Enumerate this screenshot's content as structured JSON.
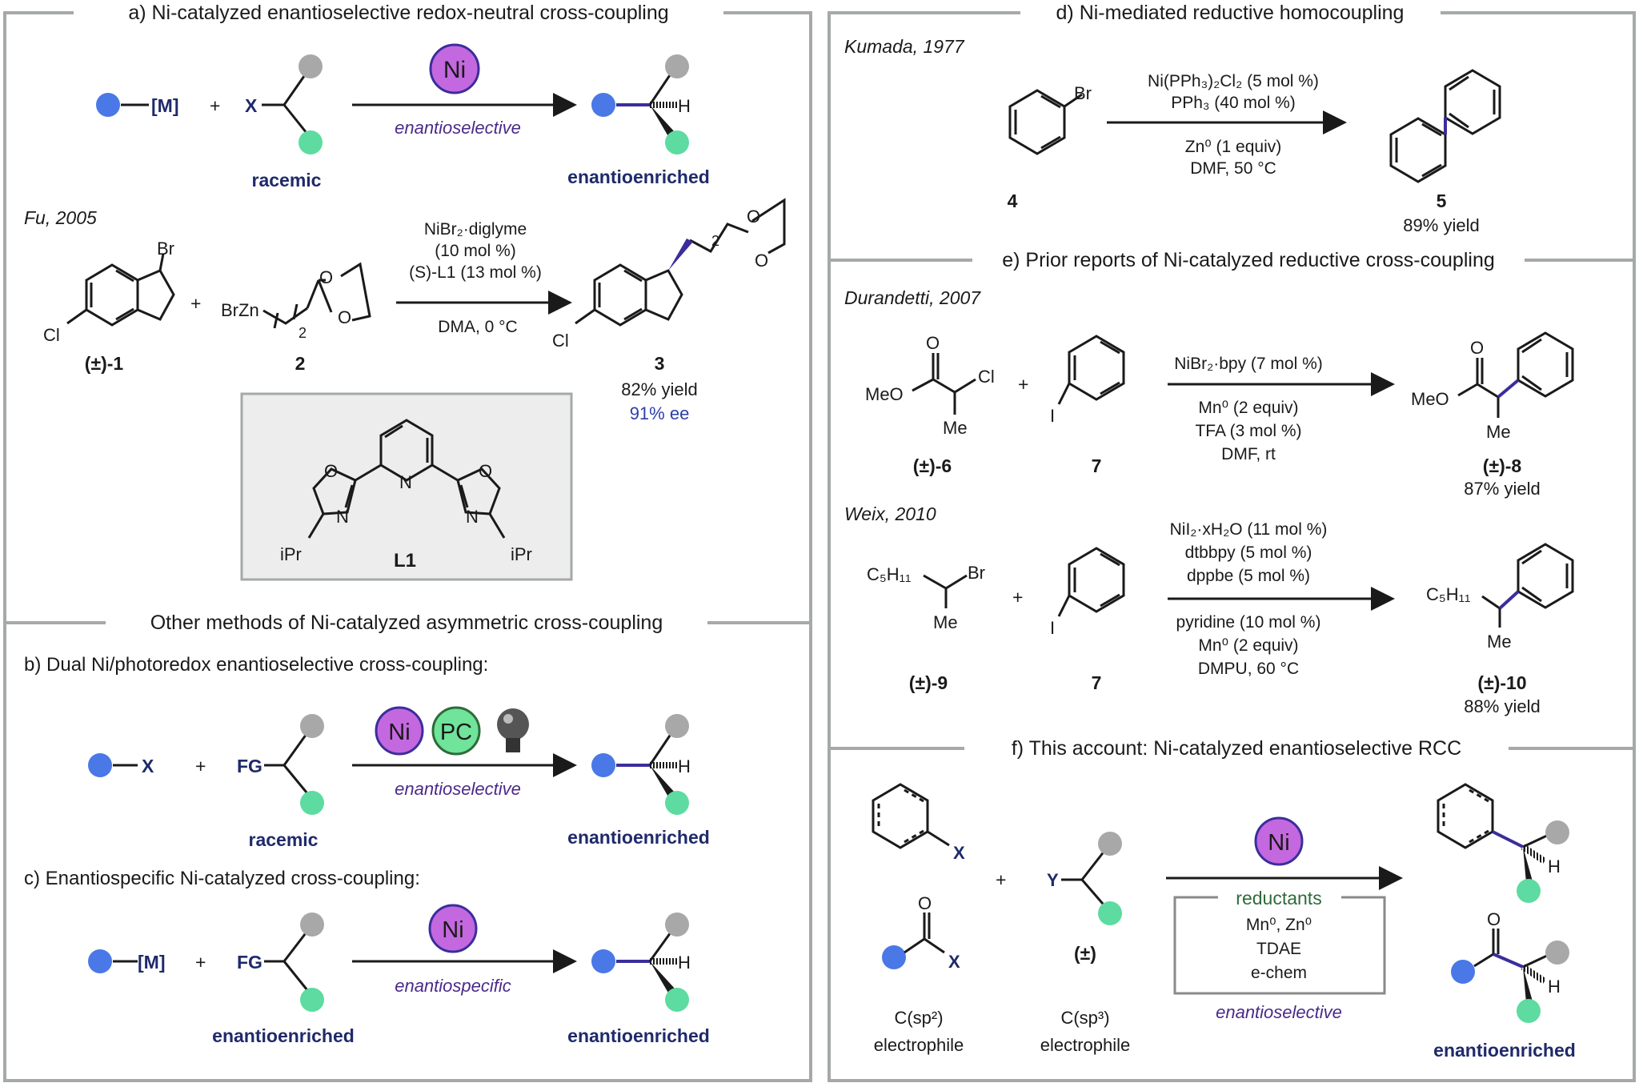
{
  "panels": {
    "a": {
      "title": "a) Ni-catalyzed enantioselective redox-neutral cross-coupling",
      "metal_label": "[M]",
      "leaving_group": "X",
      "plus": "+",
      "catalyst": "Ni",
      "arrow_label": "enantioselective",
      "substrate_label": "racemic",
      "product_label": "enantioenriched",
      "stereo_h": "H",
      "example": {
        "citation": "Fu, 2005",
        "br": "Br",
        "cl": "Cl",
        "reagent": "BrZn",
        "chain_index": "2",
        "o": "O",
        "conditions": [
          "NiBr₂·diglyme",
          "(10 mol %)",
          "(S)-L1 (13 mol %)",
          "DMA, 0 °C"
        ],
        "compound1": "(±)-1",
        "compound2": "2",
        "compound3": "3",
        "yield": "82% yield",
        "ee": "91% ee",
        "ligand_label": "L1",
        "ligand_n": "N",
        "ligand_ipr": "iPr"
      }
    },
    "other_title": "Other methods of Ni-catalyzed asymmetric cross-coupling",
    "b": {
      "title": "b) Dual Ni/photoredox enantioselective cross-coupling:",
      "reagent": "X",
      "fg": "FG",
      "catalyst1": "Ni",
      "catalyst2": "PC",
      "arrow_label": "enantioselective",
      "substrate_label": "racemic",
      "product_label": "enantioenriched"
    },
    "c": {
      "title": "c) Enantiospecific Ni-catalyzed cross-coupling:",
      "reagent": "[M]",
      "fg": "FG",
      "catalyst": "Ni",
      "arrow_label": "enantiospecific",
      "substrate_label": "enantioenriched",
      "product_label": "enantioenriched"
    },
    "d": {
      "title": "d) Ni-mediated reductive homocoupling",
      "citation": "Kumada, 1977",
      "br": "Br",
      "conditions_top": [
        "Ni(PPh₃)₂Cl₂ (5 mol %)",
        "PPh₃ (40 mol %)"
      ],
      "conditions_bottom": [
        "Zn⁰ (1 equiv)",
        "DMF, 50 °C"
      ],
      "compound_sm": "4",
      "compound_prod": "5",
      "yield": "89% yield"
    },
    "e": {
      "title": "e) Prior reports of Ni-catalyzed reductive cross-coupling",
      "ex1": {
        "citation": "Durandetti, 2007",
        "conditions_top": [
          "NiBr₂·bpy (7 mol %)"
        ],
        "conditions_bottom": [
          "Mn⁰ (2 equiv)",
          "TFA (3 mol %)",
          "DMF, rt"
        ],
        "sm1": "(±)-6",
        "sm2": "7",
        "product": "(±)-8",
        "yield": "87% yield",
        "meo": "MeO",
        "me": "Me",
        "cl": "Cl",
        "o": "O",
        "i": "I"
      },
      "ex2": {
        "citation": "Weix, 2010",
        "conditions_top": [
          "NiI₂·xH₂O (11 mol %)",
          "dtbbpy (5 mol %)",
          "dppbe (5 mol %)"
        ],
        "conditions_bottom": [
          "pyridine (10 mol %)",
          "Mn⁰ (2 equiv)",
          "DMPU, 60 °C"
        ],
        "sm1": "(±)-9",
        "sm2": "7",
        "product": "(±)-10",
        "yield": "88% yield",
        "c5h11": "C₅H₁₁",
        "br": "Br",
        "me": "Me",
        "i": "I"
      }
    },
    "f": {
      "title": "f) This account: Ni-catalyzed enantioselective RCC",
      "x": "X",
      "y": "Y",
      "o": "O",
      "h": "H",
      "catalyst": "Ni",
      "racemic": "(±)",
      "reductants_title": "reductants",
      "reductants": [
        "Mn⁰, Zn⁰",
        "TDAE",
        "e-chem"
      ],
      "arrow_label": "enantioselective",
      "sp2_label": [
        "C(sp²)",
        "electrophile"
      ],
      "sp3_label": [
        "C(sp³)",
        "electrophile"
      ],
      "product_label": "enantioenriched"
    }
  },
  "colors": {
    "blue_dot": "#4a78e6",
    "gray_dot": "#a8a8a8",
    "green_dot": "#5ddba0",
    "purple_bond": "#3a2e9c",
    "ni_fill": "#c468e0",
    "pc_fill": "#6fe49a",
    "frame": "#a5aaa6"
  }
}
